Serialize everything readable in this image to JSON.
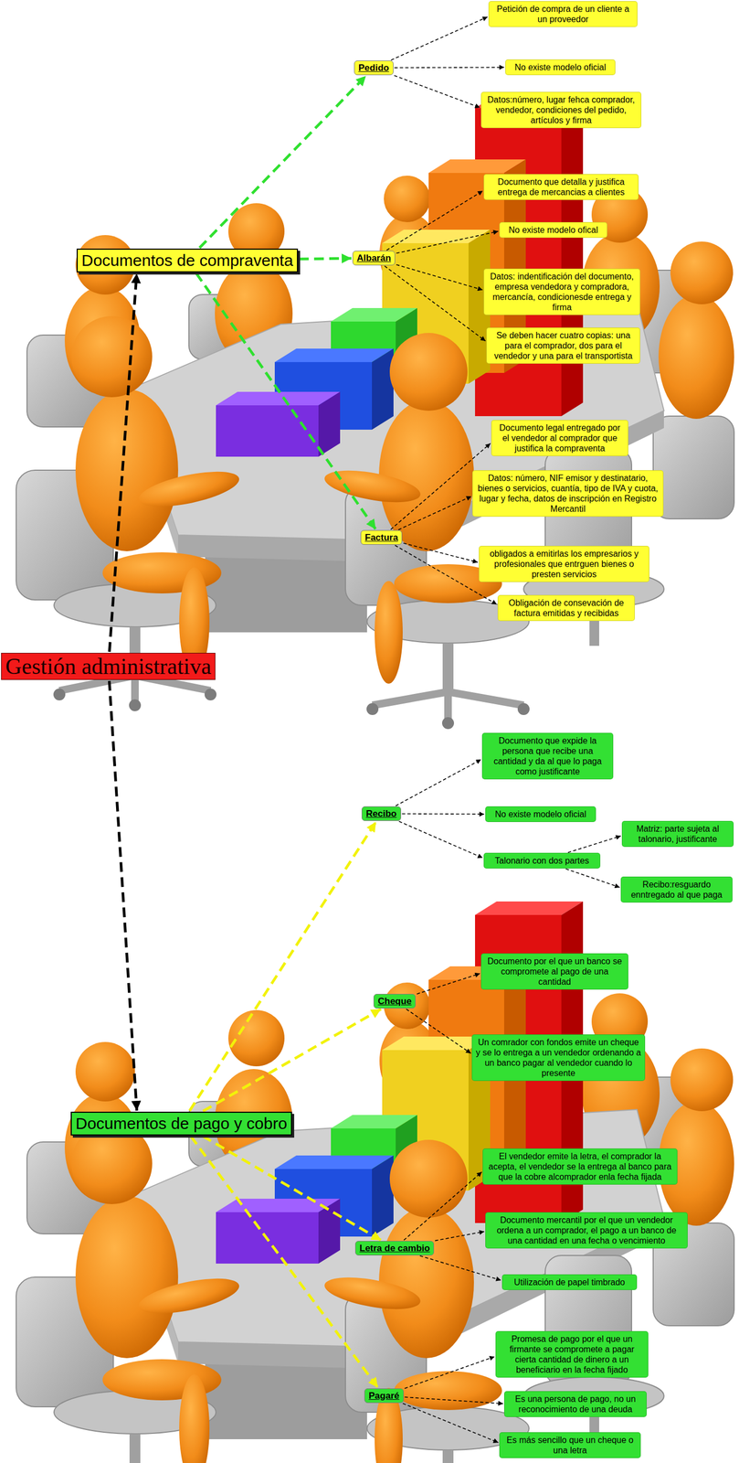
{
  "diagram": {
    "nodes": [
      {
        "text": [
          "Documentos de compraventa"
        ]
      },
      {
        "text": [
          "Pedido"
        ]
      },
      {
        "text": [
          "Petición de compra de un cliente a un proveedor"
        ]
      },
      {
        "text": [
          "No existe modelo oficial"
        ]
      },
      {
        "text": [
          "Datos:número, lugar fehca comprador, vendedor, condiciones del pedido, artículos y firma"
        ]
      },
      {
        "text": [
          "Albarán"
        ]
      },
      {
        "text": [
          "Documento que detalla y justifica entrega de mercancias a clientes"
        ]
      },
      {
        "text": [
          "No existe modelo ofical"
        ]
      },
      {
        "text": [
          "Datos: indentificación del documento, empresa vendedora y compradora, mercancía, condicionesde entrega y firma"
        ]
      },
      {
        "text": [
          "Se deben hacer cuatro copias: una para el comprador, dos para el vendedor y una para el transportista"
        ]
      },
      {
        "text": [
          "Factura"
        ]
      },
      {
        "text": [
          "Documento legal entregado por el vendedor al comprador que justifica la compraventa"
        ]
      },
      {
        "text": [
          "Datos: número, NIF emisor y destinatario, bienes o servicios, cuantía, tipo de IVA y cuota, lugar y fecha, datos de inscripción en Registro Mercantil"
        ]
      },
      {
        "text": [
          "obligados a emitirlas los empresarios y profesionales que entrguen bienes o presten servicios"
        ]
      },
      {
        "text": [
          "Obligación de consevación de factura emitidas y recibidas"
        ]
      },
      {
        "text": [
          "Gestión administrativa"
        ]
      },
      {
        "text": [
          "Recibo"
        ]
      },
      {
        "text": [
          "Documento que expide la persona que recibe una cantidad y da al que lo paga como justificante"
        ]
      },
      {
        "text": [
          "No existe modelo oficial"
        ]
      },
      {
        "text": [
          "Talonario con dos partes"
        ]
      },
      {
        "text": [
          "Matriz: parte sujeta al talonario, justificante"
        ]
      },
      {
        "text": [
          "Recibo:resguardo enntregado al que paga"
        ]
      },
      {
        "text": [
          "Cheque"
        ]
      },
      {
        "text": [
          "Documento por el que un banco se compromete al pago de una cantidad"
        ]
      },
      {
        "text": [
          "Un comrador con fondos emite un cheque y se lo entrega a un vendedor ordenando a un banco pagar al vendedor cuando lo presente"
        ]
      },
      {
        "text": [
          "Documentos de pago y cobro"
        ]
      },
      {
        "text": [
          "El vendedor emite la letra, el comprador la acepta, el vendedor se la entrega al banco para que la cobre alcomprador enla fecha fijada"
        ]
      },
      {
        "text": [
          "Documento mercantil por el que un vendedor ordena a un comprador, el pago a un banco de una cantidad en una fecha o vencimiento"
        ]
      },
      {
        "text": [
          "Letra de cambio"
        ]
      },
      {
        "text": [
          "Utilización de papel timbrado"
        ]
      },
      {
        "text": [
          "Promesa de pago por el que un firmante se compromete a pagar cierta cantidad de dinero a un beneficiario en la fecha fijado"
        ]
      },
      {
        "text": [
          "Pagaré"
        ]
      },
      {
        "text": [
          "Es una persona de pago, no un reconocimiento de una deuda"
        ]
      },
      {
        "text": [
          "Es más sencillo que un cheque o una letra"
        ]
      }
    ],
    "edges": [
      {
        "from": 0,
        "to": 1,
        "arrow": "to"
      },
      {
        "from": 0,
        "to": 5,
        "arrow": "to"
      },
      {
        "from": 0,
        "to": 10,
        "arrow": "to"
      },
      {
        "from": 1,
        "to": 2,
        "arrow": "to"
      },
      {
        "from": 1,
        "to": 3,
        "arrow": "to"
      },
      {
        "from": 1,
        "to": 4,
        "arrow": "to"
      },
      {
        "from": 5,
        "to": 6,
        "arrow": "to"
      },
      {
        "from": 5,
        "to": 7,
        "arrow": "to"
      },
      {
        "from": 5,
        "to": 8,
        "arrow": "to"
      },
      {
        "from": 5,
        "to": 9,
        "arrow": "to"
      },
      {
        "from": 10,
        "to": 11,
        "arrow": "to"
      },
      {
        "from": 10,
        "to": 12,
        "arrow": "to"
      },
      {
        "from": 10,
        "to": 13,
        "arrow": "to"
      },
      {
        "from": 10,
        "to": 14,
        "arrow": "to"
      },
      {
        "from": 15,
        "to": 0,
        "arrow": "to"
      },
      {
        "from": 15,
        "to": 25,
        "arrow": "to"
      },
      {
        "from": 25,
        "to": 16,
        "arrow": "to"
      },
      {
        "from": 25,
        "to": 22,
        "arrow": "to"
      },
      {
        "from": 25,
        "to": 28,
        "arrow": "to"
      },
      {
        "from": 25,
        "to": 31,
        "arrow": "to"
      },
      {
        "from": 16,
        "to": 17,
        "arrow": "to"
      },
      {
        "from": 16,
        "to": 18,
        "arrow": "to"
      },
      {
        "from": 16,
        "to": 19,
        "arrow": "to"
      },
      {
        "from": 19,
        "to": 20,
        "arrow": "to"
      },
      {
        "from": 19,
        "to": 21,
        "arrow": "to"
      },
      {
        "from": 22,
        "to": 23,
        "arrow": "to"
      },
      {
        "from": 22,
        "to": 24,
        "arrow": "to"
      },
      {
        "from": 28,
        "to": 26,
        "arrow": "to"
      },
      {
        "from": 28,
        "to": 27,
        "arrow": "to"
      },
      {
        "from": 28,
        "to": 29,
        "arrow": "to"
      },
      {
        "from": 31,
        "to": 30,
        "arrow": "to"
      },
      {
        "from": 31,
        "to": 32,
        "arrow": "to"
      },
      {
        "from": 31,
        "to": 33,
        "arrow": "to"
      }
    ]
  }
}
